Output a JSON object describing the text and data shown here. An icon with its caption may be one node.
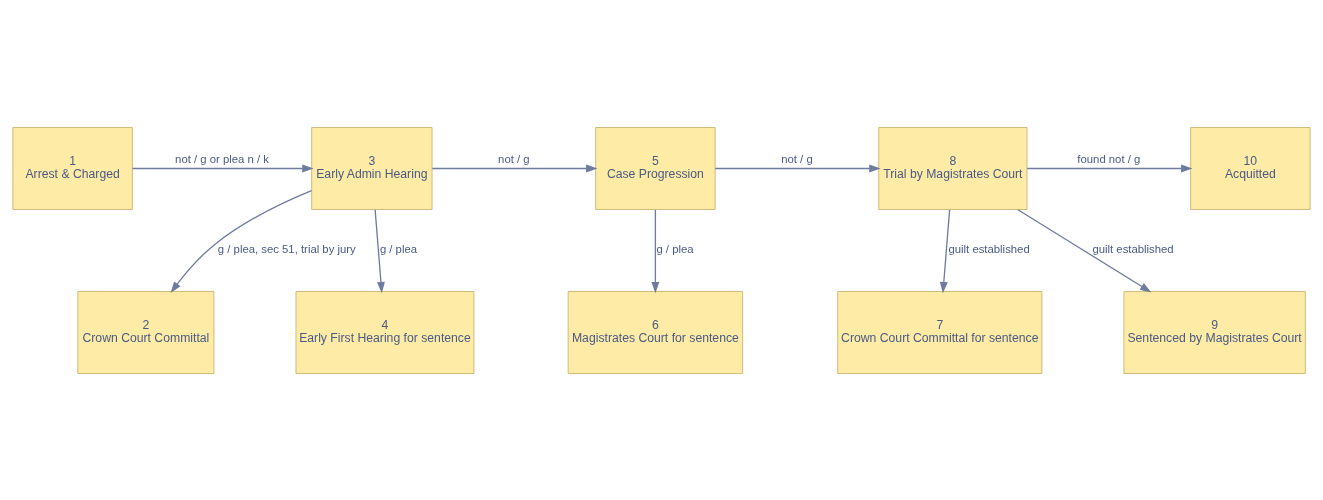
{
  "diagram": {
    "nodes": [
      {
        "text": [
          "1",
          "Arrest & Charged"
        ]
      },
      {
        "text": [
          "2",
          "Crown Court Committal"
        ]
      },
      {
        "text": [
          "3",
          "Early Admin Hearing"
        ]
      },
      {
        "text": [
          "4",
          "Early First Hearing for sentence"
        ]
      },
      {
        "text": [
          "5",
          "Case Progression"
        ]
      },
      {
        "text": [
          "6",
          "Magistrates Court for sentence"
        ]
      },
      {
        "text": [
          "7",
          "Crown Court Committal for sentence"
        ]
      },
      {
        "text": [
          "8",
          "Trial by Magistrates Court"
        ]
      },
      {
        "text": [
          "9",
          "Sentenced by Magistrates Court"
        ]
      },
      {
        "text": [
          "10",
          "Acquitted"
        ]
      }
    ],
    "edges": [
      {
        "from": 0,
        "to": 2,
        "arrow": "to",
        "label": "not / g or plea n / k"
      },
      {
        "from": 2,
        "to": 1,
        "arrow": "to",
        "label": "g / plea, sec 51, trial by jury"
      },
      {
        "from": 2,
        "to": 3,
        "arrow": "to",
        "label": "g / plea"
      },
      {
        "from": 2,
        "to": 4,
        "arrow": "to",
        "label": "not / g"
      },
      {
        "from": 4,
        "to": 5,
        "arrow": "to",
        "label": "g / plea"
      },
      {
        "from": 4,
        "to": 7,
        "arrow": "to",
        "label": "not / g"
      },
      {
        "from": 7,
        "to": 6,
        "arrow": "to",
        "label": "guilt established"
      },
      {
        "from": 7,
        "to": 8,
        "arrow": "to",
        "label": "guilt established"
      },
      {
        "from": 7,
        "to": 9,
        "arrow": "to",
        "label": "found not / g"
      }
    ]
  }
}
